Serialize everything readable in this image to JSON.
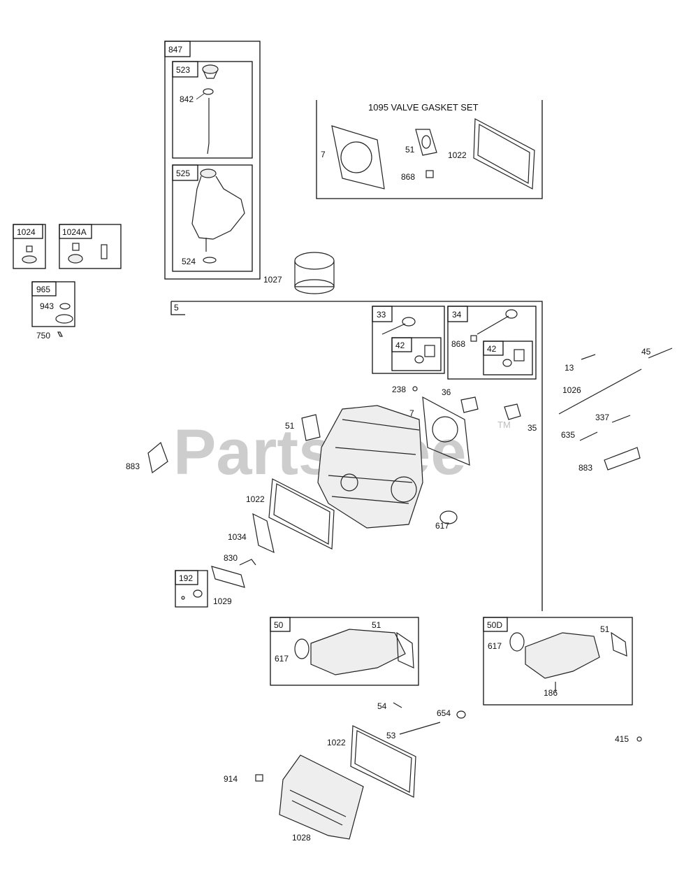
{
  "watermark": {
    "brand": "PartsTree",
    "trademark": "TM"
  },
  "boxes": {
    "b847": "847",
    "b523": "523",
    "b525": "525",
    "b1024": "1024",
    "b1024A": "1024A",
    "b965": "965",
    "b5": "5",
    "b33": "33",
    "b34": "34",
    "b42a": "42",
    "b42b": "42",
    "b192": "192",
    "b50": "50",
    "b50D": "50D"
  },
  "gasket_set_title": "1095 VALVE GASKET SET",
  "labels": {
    "l842": "842",
    "l524": "524",
    "l1027": "1027",
    "l943": "943",
    "l750": "750",
    "gs7": "7",
    "gs51": "51",
    "gs1022": "1022",
    "gs868": "868",
    "l238": "238",
    "l36": "36",
    "l7": "7",
    "l35": "35",
    "l51": "51",
    "l883a": "883",
    "l1022a": "1022",
    "l1034": "1034",
    "l830": "830",
    "l1029": "1029",
    "l617a": "617",
    "l868b": "868",
    "l13": "13",
    "l45": "45",
    "l1026": "1026",
    "l337": "337",
    "l635": "635",
    "l883b": "883",
    "l617b": "617",
    "l51b": "51",
    "l617c": "617",
    "l51c": "51",
    "l186": "186",
    "l54": "54",
    "l654": "654",
    "l53": "53",
    "l1022b": "1022",
    "l415": "415",
    "l914": "914",
    "l1028": "1028"
  },
  "colors": {
    "line": "#222222",
    "watermark": "#bdbdbd",
    "background": "#ffffff"
  }
}
